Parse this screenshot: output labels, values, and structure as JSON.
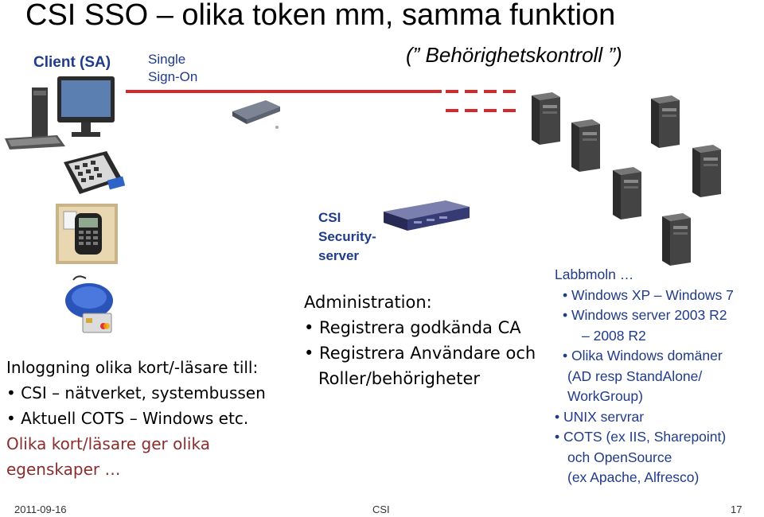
{
  "title": "CSI SSO – olika token mm, samma funktion",
  "client_label": "Client (SA)",
  "sso_label": [
    "Single",
    "Sign-On"
  ],
  "access_control_label": "(” Behörighetskontroll ”)",
  "server_label": [
    "CSI",
    "Security-",
    "server"
  ],
  "administration": {
    "heading": "Administration:",
    "items": [
      "• Registrera godkända CA",
      "• Registrera Användare och",
      "Roller/behörigheter"
    ]
  },
  "login": {
    "heading": "Inloggning olika kort/-läsare till:",
    "items": [
      "• CSI – nätverket, systembussen",
      "• Aktuell COTS – Windows etc."
    ],
    "note": [
      "Olika kort/läsare ger olika",
      "egenskaper …"
    ]
  },
  "lab": {
    "heading": "Labbmoln …",
    "lines": [
      "• Windows XP – Windows 7",
      "• Windows server 2003 R2",
      "– 2008 R2",
      "• Olika Windows domäner",
      "(AD resp StandAlone/",
      "WorkGroup)",
      "• UNIX servrar",
      "• COTS (ex IIS, Sharepoint)",
      "och OpenSource",
      "(ex Apache, Alfresco)"
    ]
  },
  "footer": {
    "date": "2011-09-16",
    "center": "CSI",
    "page": "17"
  },
  "colors": {
    "accent_blue": "#1f3b8a",
    "network_red": "#d62828",
    "note_red": "#8b2d2d"
  },
  "icons": [
    "pc-icon",
    "card-reader-icon",
    "smartcard-keypad-icon",
    "usb-card-reader-icon",
    "network-switch-icon",
    "rack-server-icon",
    "tower-server-icon"
  ]
}
